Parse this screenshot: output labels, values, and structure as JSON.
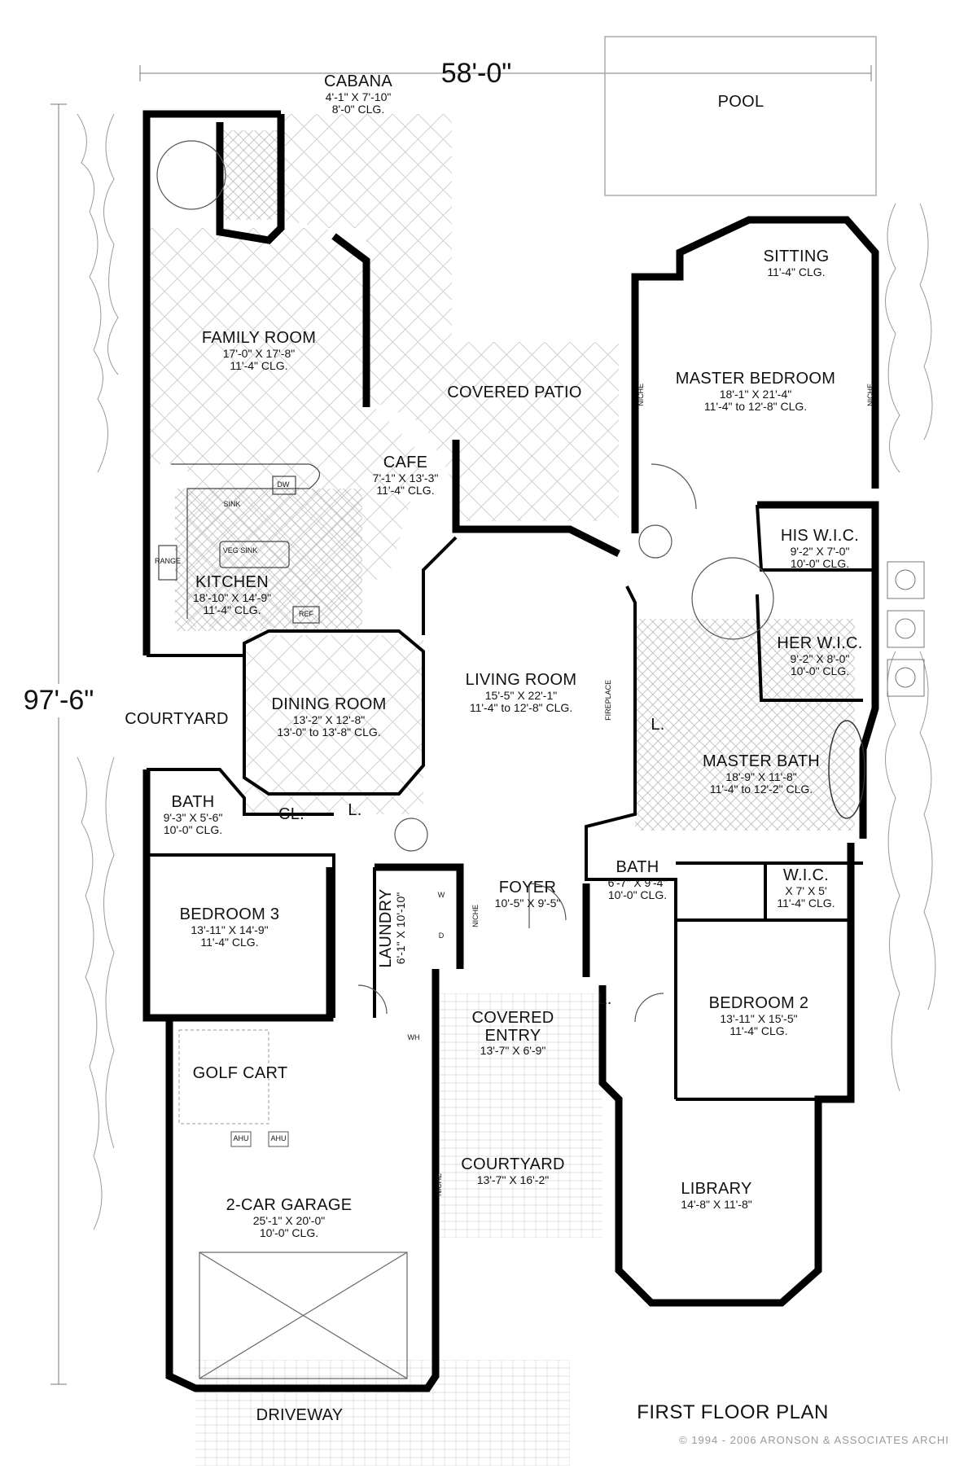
{
  "plan": {
    "title": "FIRST FLOOR PLAN",
    "copyright": "© 1994 - 2006 ARONSON & ASSOCIATES ARCHI",
    "overall_width": "58'-0\"",
    "overall_depth": "97'-6\""
  },
  "rooms": {
    "cabana": {
      "name": "CABANA",
      "dims": "4'-1\" X 7'-10\"",
      "ceiling": "8'-0\" CLG."
    },
    "pool": {
      "name": "POOL"
    },
    "sitting": {
      "name": "SITTING",
      "ceiling": "11'-4\" CLG."
    },
    "family_room": {
      "name": "FAMILY ROOM",
      "dims": "17'-0\" X 17'-8\"",
      "ceiling": "11'-4\" CLG."
    },
    "master_bedroom": {
      "name": "MASTER BEDROOM",
      "dims": "18'-1\" X 21'-4\"",
      "ceiling": "11'-4\" to 12'-8\" CLG."
    },
    "covered_patio": {
      "name": "COVERED PATIO"
    },
    "cafe": {
      "name": "CAFE",
      "dims": "7'-1\" X 13'-3\"",
      "ceiling": "11'-4\" CLG."
    },
    "his_wic": {
      "name": "HIS W.I.C.",
      "dims": "9'-2\" X 7'-0\"",
      "ceiling": "10'-0\" CLG."
    },
    "kitchen": {
      "name": "KITCHEN",
      "dims": "18'-10\" X 14'-9\"",
      "ceiling": "11'-4\" CLG."
    },
    "her_wic": {
      "name": "HER W.I.C.",
      "dims": "9'-2\" X 8'-0\"",
      "ceiling": "10'-0\" CLG."
    },
    "living_room": {
      "name": "LIVING ROOM",
      "dims": "15'-5\" X 22'-1\"",
      "ceiling": "11'-4\" to 12'-8\" CLG."
    },
    "dining_room": {
      "name": "DINING ROOM",
      "dims": "13'-2\" X 12'-8\"",
      "ceiling": "13'-0\" to 13'-8\" CLG."
    },
    "courtyard_side": {
      "name": "COURTYARD"
    },
    "master_bath": {
      "name": "MASTER BATH",
      "dims": "18'-9\" X 11'-8\"",
      "ceiling": "11'-4\" to 12'-2\" CLG."
    },
    "bath_left": {
      "name": "BATH",
      "dims": "9'-3\" X 5'-6\"",
      "ceiling": "10'-0\" CLG."
    },
    "closet": {
      "name": "CL."
    },
    "linen_1": {
      "name": "L."
    },
    "linen_2": {
      "name": "L."
    },
    "linen_3": {
      "name": "L."
    },
    "bath_mid": {
      "name": "BATH",
      "dims": "6'-7\" X 9'-4\"",
      "ceiling": "10'-0\" CLG."
    },
    "wic_small": {
      "name": "W.I.C.",
      "dims": "X 7' X 5'",
      "ceiling": "11'-4\" CLG."
    },
    "foyer": {
      "name": "FOYER",
      "dims": "10'-5\" X 9'-5\""
    },
    "bedroom_3": {
      "name": "BEDROOM 3",
      "dims": "13'-11\" X 14'-9\"",
      "ceiling": "11'-4\" CLG."
    },
    "laundry": {
      "name": "LAUNDRY",
      "dims": "6'-1\" X 10'-10\""
    },
    "bedroom_2": {
      "name": "BEDROOM 2",
      "dims": "13'-11\" X 15'-5\"",
      "ceiling": "11'-4\" CLG."
    },
    "covered_entry": {
      "name": "COVERED",
      "name2": "ENTRY",
      "dims": "13'-7\" X 6'-9\""
    },
    "golf_cart": {
      "name": "GOLF CART"
    },
    "courtyard_front": {
      "name": "COURTYARD",
      "dims": "13'-7\" X 16'-2\""
    },
    "library": {
      "name": "LIBRARY",
      "dims": "14'-8\" X 11'-8\""
    },
    "garage": {
      "name": "2-CAR GARAGE",
      "dims": "25'-1\" X 20'-0\"",
      "ceiling": "10'-0\" CLG."
    },
    "driveway": {
      "name": "DRIVEWAY"
    }
  },
  "fixtures": {
    "sink": "SINK",
    "dw": "DW",
    "veg_sink": "VEG SINK",
    "range": "RANGE",
    "ref": "REF",
    "ahu": "AHU",
    "wh": "WH",
    "niche": "NICHE",
    "fireplace": "FIREPLACE",
    "washer": "W",
    "dryer": "D"
  }
}
